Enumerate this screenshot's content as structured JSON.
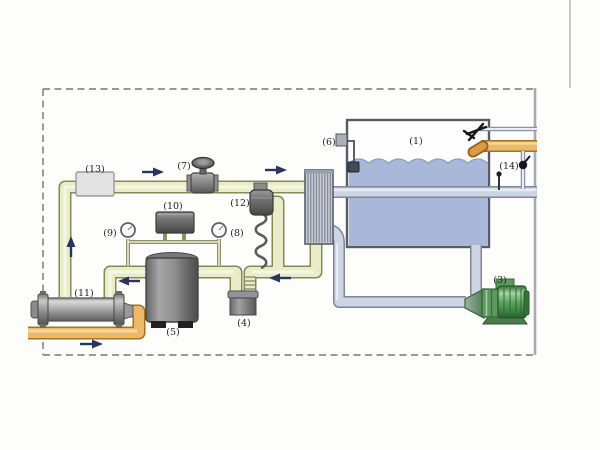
{
  "diagram": {
    "description": "Refrigeration water-chiller system schematic inside dashed frame",
    "labels": {
      "tank": "(1)",
      "pump": "(3)",
      "accumulator": "(4)",
      "compressor": "(5)",
      "float_switch": "(6)",
      "valve": "(7)",
      "gauge_right": "(8)",
      "gauge_left": "(9)",
      "control_box": "(10)",
      "condenser": "(11)",
      "filter_drier": "(12)",
      "sight_glass": "(13)",
      "tap_valve": "(14)"
    },
    "flow_arrows": [
      {
        "id": "left-riser",
        "direction": "up"
      },
      {
        "id": "top-left",
        "direction": "right"
      },
      {
        "id": "top-right",
        "direction": "right"
      },
      {
        "id": "suction-left",
        "direction": "left"
      },
      {
        "id": "suction-right",
        "direction": "left"
      },
      {
        "id": "cooling-water",
        "direction": "right"
      }
    ],
    "icons": {
      "flow-arrow-icon": "➤",
      "pressure-gauge-icon": "◯",
      "handwheel-icon": "⬮",
      "spray-nozzle-icon": "✕",
      "tap-valve-icon": "●",
      "thermometer-pin-icon": "•"
    },
    "colors": {
      "pipe_refrigerant": "#e9ecc8",
      "pipe_refrigerant_border": "#828a55",
      "pipe_water_blue": "#cdd4e3",
      "pipe_water_blue_border": "#7e8696",
      "pipe_water_orange": "#ecb968",
      "pipe_water_orange_border": "#a8731f",
      "tank_water": "#a9b7d9",
      "pump_green": "#4e9e55",
      "arrow": "#2b3560",
      "frame_dash": "#8a8a8a"
    }
  }
}
